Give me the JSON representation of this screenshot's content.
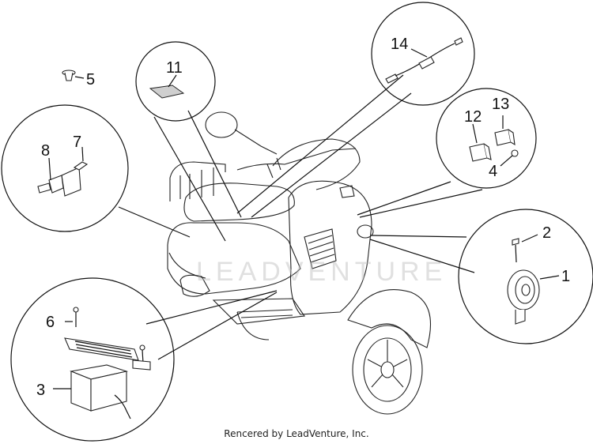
{
  "diagram": {
    "callouts": {
      "c1": "1",
      "c2": "2",
      "c3": "3",
      "c4": "4",
      "c5": "5",
      "c6": "6",
      "c7": "7",
      "c8": "8",
      "c11": "11",
      "c12": "12",
      "c13": "13",
      "c14": "14"
    },
    "watermark": "LEADVENTURE",
    "footer": "Rencered by LeadVenture, Inc."
  }
}
